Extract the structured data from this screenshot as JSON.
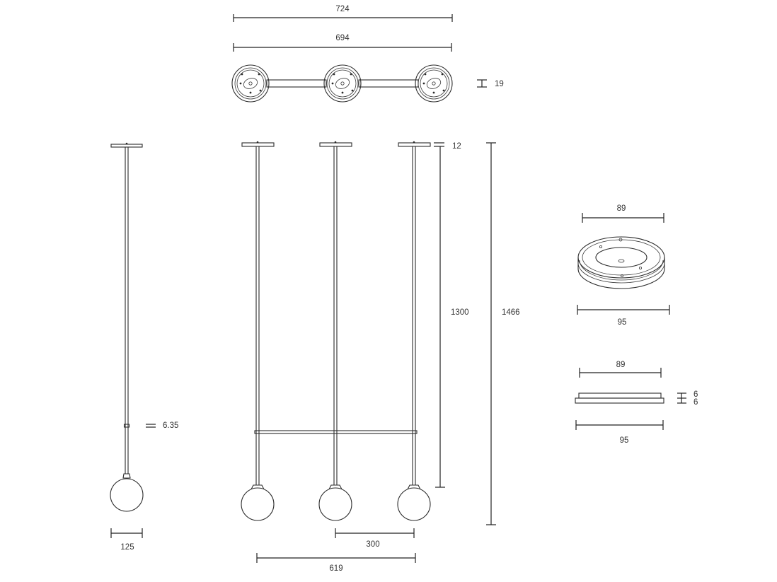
{
  "dimensions": {
    "top_outer_width": "724",
    "top_inner_width": "694",
    "canopy_depth_top": "19",
    "canopy_height": "12",
    "rod_drop": "1300",
    "overall_height": "1466",
    "rod_diameter": "6.35",
    "globe_diameter": "125",
    "globe_spacing": "300",
    "overall_width": "619",
    "canopy_inner_diameter": "89",
    "canopy_outer_diameter": "95",
    "canopy_side_inner": "89",
    "canopy_side_outer": "95",
    "canopy_step_upper": "6",
    "canopy_step_lower": "6"
  }
}
